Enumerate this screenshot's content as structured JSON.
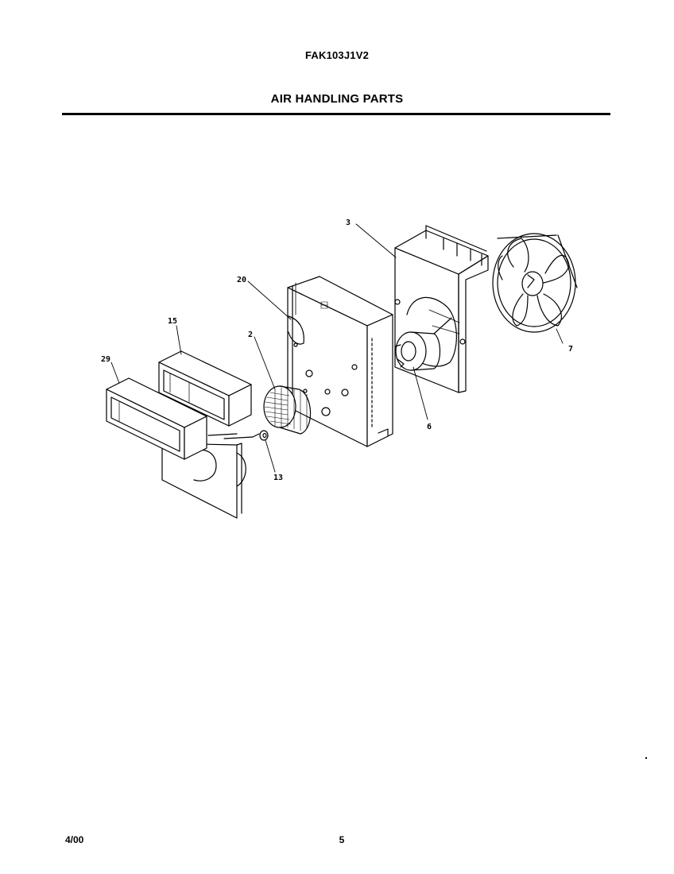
{
  "header": {
    "model_number": "FAK103J1V2",
    "section_title": "AIR HANDLING PARTS"
  },
  "callouts": {
    "c3": "3",
    "c7": "7",
    "c20": "20",
    "c15": "15",
    "c2": "2",
    "c29": "29",
    "c6": "6",
    "c13": "13"
  },
  "footer": {
    "date": "4/00",
    "page_number": "5"
  }
}
